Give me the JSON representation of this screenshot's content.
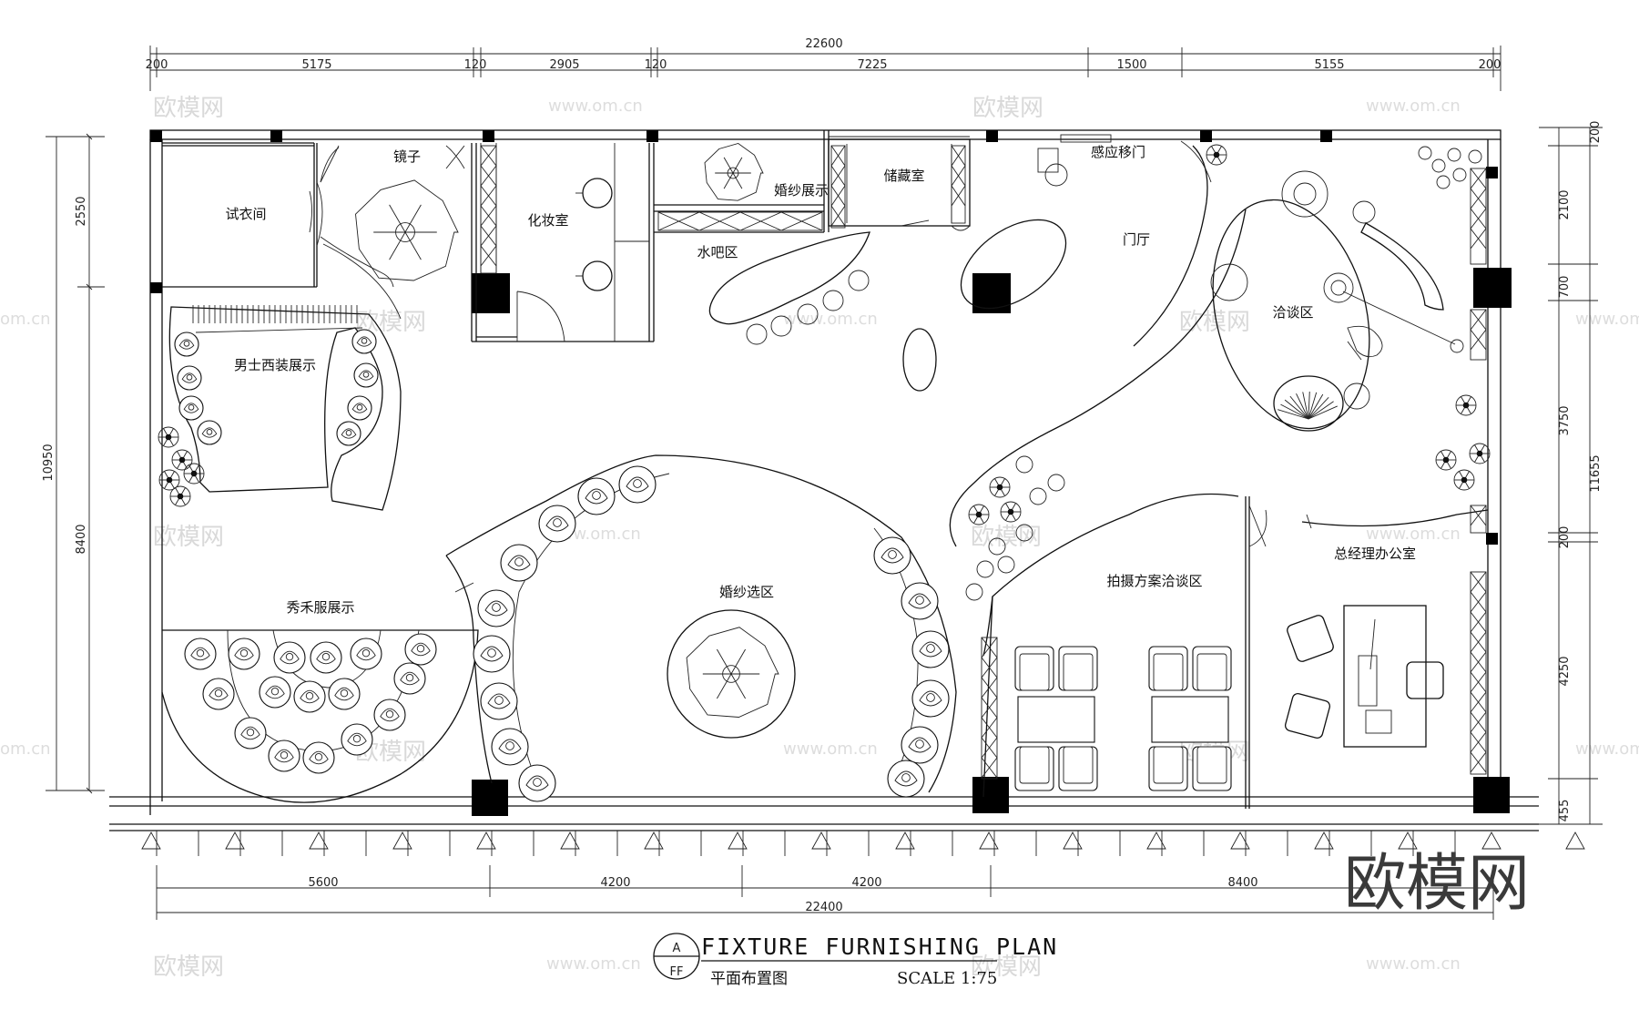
{
  "labels": {
    "mirror": "镜子",
    "fitting_room": "试衣间",
    "makeup_room": "化妆室",
    "wedding_display": "婚纱展示",
    "storage": "储藏室",
    "sensor_door": "感应移门",
    "water_bar": "水吧区",
    "lobby": "门厅",
    "negotiation": "洽谈区",
    "menswear_display": "男士西装展示",
    "xiuhe_display": "秀禾服展示",
    "wedding_selection": "婚纱选区",
    "photo_plan_area": "拍摄方案洽谈区",
    "gm_office": "总经理办公室"
  },
  "dims": {
    "top_total": "22600",
    "top_segments": [
      "200",
      "5175",
      "120",
      "2905",
      "120",
      "7225",
      "1500",
      "5155",
      "200"
    ],
    "bottom_segments": [
      "5600",
      "4200",
      "4200",
      "8400"
    ],
    "bottom_total": "22400",
    "left_total": "10950",
    "left_segments": [
      "2550",
      "8400"
    ],
    "right_total": "11655",
    "right_segments": [
      "200",
      "2100",
      "700",
      "3750",
      "200",
      "4250",
      "455"
    ]
  },
  "title_block": {
    "marker_top": "A",
    "marker_bottom": "FF",
    "title": "FIXTURE FURNISHING PLAN",
    "subtitle": "平面布置图",
    "scale": "SCALE 1:75"
  },
  "watermarks": {
    "logo": "欧模网",
    "url": "www.om.cn",
    "url_partial": "om.cn"
  },
  "brand": "欧模网"
}
